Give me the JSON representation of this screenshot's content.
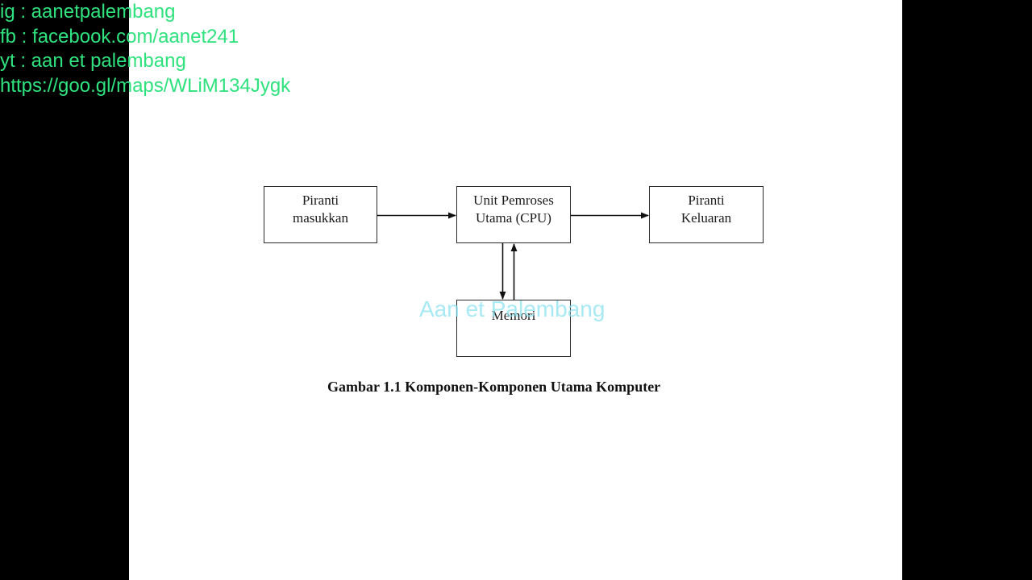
{
  "overlay": {
    "instagram": "ig : aanetpalembang",
    "facebook": "fb : facebook.com/aanet241",
    "youtube": "yt : aan et palembang",
    "maps_link": "https://goo.gl/maps/WLiM134Jygk"
  },
  "diagram": {
    "input_box": {
      "line1": "Piranti",
      "line2": "masukkan"
    },
    "cpu_box": {
      "line1": "Unit Pemroses",
      "line2": "Utama (CPU)"
    },
    "output_box": {
      "line1": "Piranti",
      "line2": "Keluaran"
    },
    "memory_box": {
      "line1": "Memori"
    },
    "caption": "Gambar 1.1 Komponen-Komponen Utama Komputer"
  },
  "watermark": "Aan et Palembang",
  "colors": {
    "overlay_text": "#2fe27e",
    "watermark_text": "#8ce1f0",
    "slide_background": "#ffffff",
    "frame_background": "#000000"
  }
}
